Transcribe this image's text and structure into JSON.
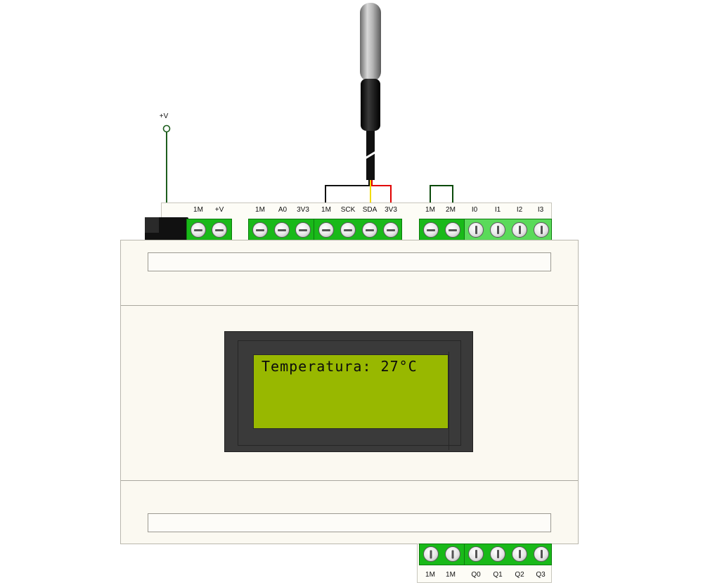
{
  "power": {
    "label": "+V"
  },
  "top_terminals": {
    "power_group": [
      "1M",
      "+V"
    ],
    "analog_group": [
      "1M",
      "A0",
      "3V3"
    ],
    "i2c_group": [
      "1M",
      "SCK",
      "SDA",
      "3V3"
    ],
    "input_common_group": [
      "1M",
      "2M"
    ],
    "inputs_group": [
      "I0",
      "I1",
      "I2",
      "I3"
    ]
  },
  "bottom_terminals": {
    "output_common_group": [
      "1M",
      "1M"
    ],
    "outputs_group": [
      "Q0",
      "Q1",
      "Q2",
      "Q3"
    ]
  },
  "lcd": {
    "text": "Temperatura: 27°C",
    "backlight_color": "#98b800"
  },
  "colors": {
    "case": "#fbf9f1",
    "terminal_green": "#19b919",
    "wire_black": "#111111",
    "wire_yellow": "#f2dc00",
    "wire_red": "#e00000",
    "wire_green": "#0a4a0a"
  }
}
